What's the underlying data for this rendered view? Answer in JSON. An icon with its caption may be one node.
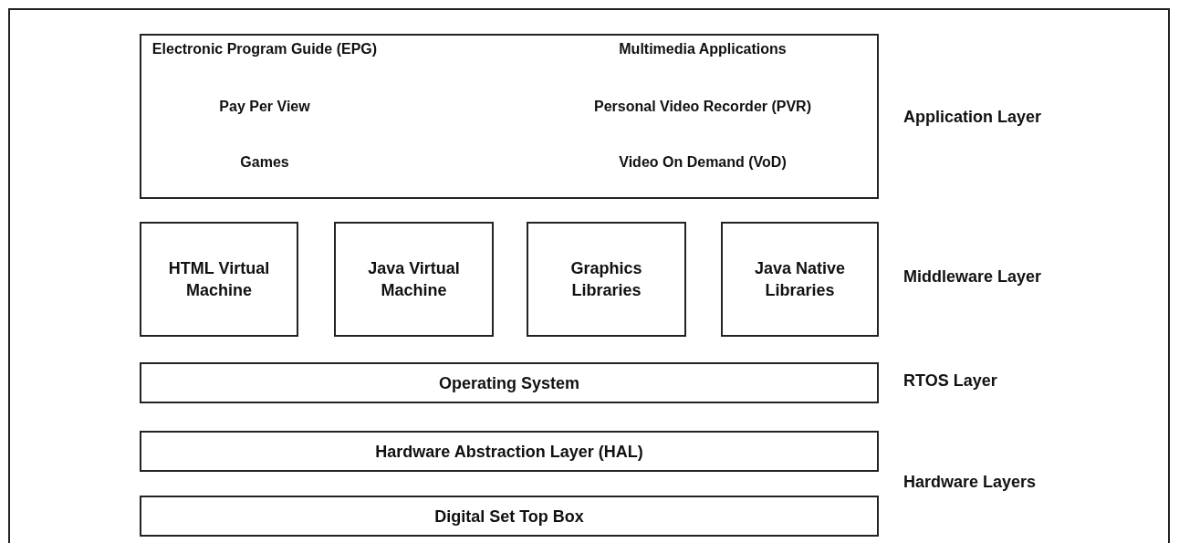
{
  "diagram": {
    "nodes": [
      {
        "text": [
          "Electronic Program Guide (EPG)",
          "Multimedia Applications",
          "Pay Per View",
          "Personal Video Recorder (PVR)",
          "Games",
          "Video On Demand (VoD)"
        ]
      },
      {
        "text": [
          "HTML Virtual Machine"
        ]
      },
      {
        "text": [
          "Java Virtual Machine"
        ]
      },
      {
        "text": [
          "Graphics Libraries"
        ]
      },
      {
        "text": [
          "Java Native Libraries"
        ]
      },
      {
        "text": [
          "Operating System"
        ]
      },
      {
        "text": [
          "Hardware Abstraction Layer (HAL)"
        ]
      },
      {
        "text": [
          "Digital Set Top Box"
        ]
      }
    ],
    "labels": [
      "Application Layer",
      "Middleware Layer",
      "RTOS Layer",
      "Hardware Layers"
    ]
  }
}
